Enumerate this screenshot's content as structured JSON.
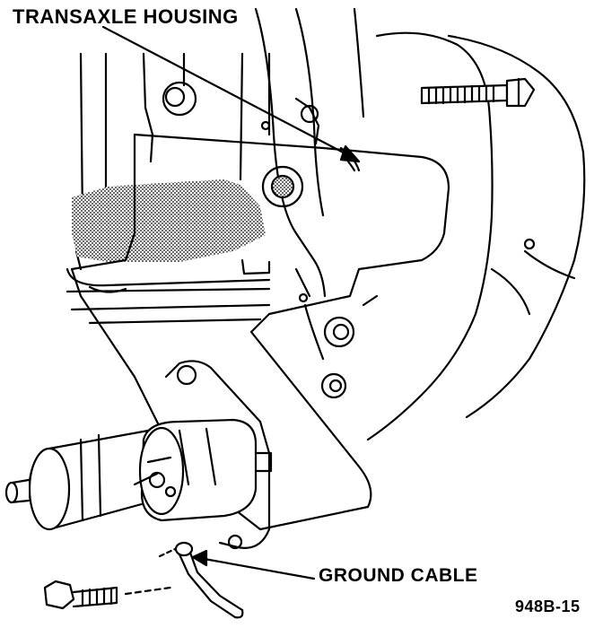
{
  "labels": {
    "transaxle_housing": "TRANSAXLE HOUSING",
    "ground_cable": "GROUND CABLE",
    "figure_id": "948B-15"
  },
  "colors": {
    "ink": "#000000",
    "paper": "#ffffff",
    "shade": "#9a9a9a"
  }
}
